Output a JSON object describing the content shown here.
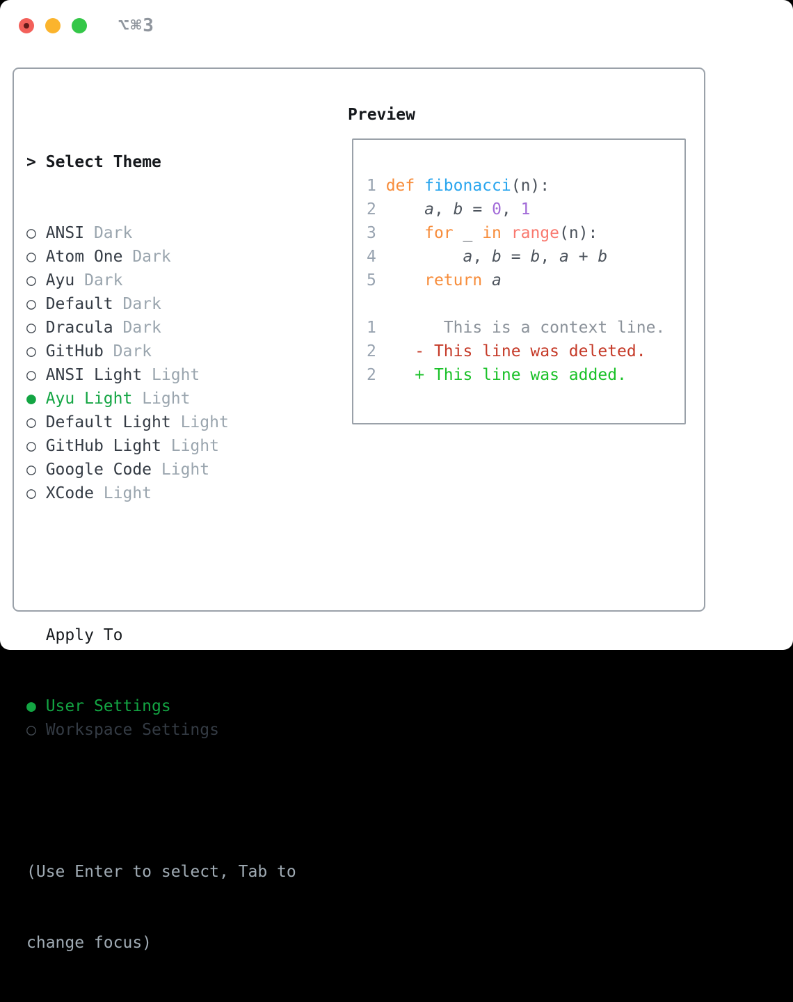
{
  "window": {
    "shortcut": "⌥⌘3"
  },
  "colors": {
    "traffic_red": "#f3605a",
    "traffic_yellow": "#fbb42d",
    "traffic_green": "#34c748",
    "titlebar_text": "#8f959d",
    "border": "#9aa1a9",
    "text_bold": "#15181c",
    "text_dark": "#343b44",
    "muted": "#9aa5ae",
    "hint": "#a0abb4",
    "radio_ring": "#434a52",
    "selection_green": "#13a543",
    "line_number": "#98a3b0",
    "code_plain": "#4c535c",
    "keyword": "#f78c3a",
    "function": "#28a5ee",
    "number": "#a26bd8",
    "call": "#f9796f",
    "context": "#8b929a",
    "deleted": "#c53a28",
    "added": "#1ac128"
  },
  "theme_picker": {
    "caret": ">",
    "title": "Select Theme",
    "items": [
      {
        "name": "ANSI",
        "variant": "Dark",
        "selected": false
      },
      {
        "name": "Atom One",
        "variant": "Dark",
        "selected": false
      },
      {
        "name": "Ayu",
        "variant": "Dark",
        "selected": false
      },
      {
        "name": "Default",
        "variant": "Dark",
        "selected": false
      },
      {
        "name": "Dracula",
        "variant": "Dark",
        "selected": false
      },
      {
        "name": "GitHub",
        "variant": "Dark",
        "selected": false
      },
      {
        "name": "ANSI Light",
        "variant": "Light",
        "selected": false
      },
      {
        "name": "Ayu Light",
        "variant": "Light",
        "selected": true
      },
      {
        "name": "Default Light",
        "variant": "Light",
        "selected": false
      },
      {
        "name": "GitHub Light",
        "variant": "Light",
        "selected": false
      },
      {
        "name": "Google Code",
        "variant": "Light",
        "selected": false
      },
      {
        "name": "XCode",
        "variant": "Light",
        "selected": false
      }
    ]
  },
  "apply_to": {
    "title": "Apply To",
    "options": [
      {
        "label": "User Settings",
        "selected": true
      },
      {
        "label": "Workspace Settings",
        "selected": false
      }
    ]
  },
  "hint_lines": [
    "(Use Enter to select, Tab to",
    "change focus)"
  ],
  "preview": {
    "title": "Preview",
    "code_lines": [
      {
        "segments": [
          {
            "t": "1 ",
            "c": "ln"
          },
          {
            "t": "def ",
            "c": "kw"
          },
          {
            "t": "fibonacci",
            "c": "fn"
          },
          {
            "t": "(n):",
            "c": "plain"
          }
        ]
      },
      {
        "segments": [
          {
            "t": "2 ",
            "c": "ln"
          },
          {
            "t": "    ",
            "c": "plain"
          },
          {
            "t": "a",
            "c": "var"
          },
          {
            "t": ", ",
            "c": "plain"
          },
          {
            "t": "b",
            "c": "var"
          },
          {
            "t": " = ",
            "c": "plain"
          },
          {
            "t": "0",
            "c": "num"
          },
          {
            "t": ", ",
            "c": "plain"
          },
          {
            "t": "1",
            "c": "num"
          }
        ]
      },
      {
        "segments": [
          {
            "t": "3 ",
            "c": "ln"
          },
          {
            "t": "    ",
            "c": "plain"
          },
          {
            "t": "for",
            "c": "kw"
          },
          {
            "t": " _ ",
            "c": "plain"
          },
          {
            "t": "in",
            "c": "kw"
          },
          {
            "t": " ",
            "c": "plain"
          },
          {
            "t": "range",
            "c": "call"
          },
          {
            "t": "(n):",
            "c": "plain"
          }
        ]
      },
      {
        "segments": [
          {
            "t": "4 ",
            "c": "ln"
          },
          {
            "t": "        ",
            "c": "plain"
          },
          {
            "t": "a",
            "c": "var"
          },
          {
            "t": ", ",
            "c": "plain"
          },
          {
            "t": "b",
            "c": "var"
          },
          {
            "t": " = ",
            "c": "plain"
          },
          {
            "t": "b",
            "c": "var"
          },
          {
            "t": ", ",
            "c": "plain"
          },
          {
            "t": "a",
            "c": "var"
          },
          {
            "t": " + ",
            "c": "plain"
          },
          {
            "t": "b",
            "c": "var"
          }
        ]
      },
      {
        "segments": [
          {
            "t": "5 ",
            "c": "ln"
          },
          {
            "t": "    ",
            "c": "plain"
          },
          {
            "t": "return",
            "c": "kw"
          },
          {
            "t": " ",
            "c": "plain"
          },
          {
            "t": "a",
            "c": "var"
          }
        ]
      },
      {
        "segments": []
      },
      {
        "segments": [
          {
            "t": "1",
            "c": "ln"
          },
          {
            "t": "       ",
            "c": "plain"
          },
          {
            "t": "This is a context line.",
            "c": "ctx"
          }
        ]
      },
      {
        "segments": [
          {
            "t": "2",
            "c": "ln"
          },
          {
            "t": "    ",
            "c": "plain"
          },
          {
            "t": "- This line was deleted.",
            "c": "del"
          }
        ]
      },
      {
        "segments": [
          {
            "t": "2",
            "c": "ln"
          },
          {
            "t": "    ",
            "c": "plain"
          },
          {
            "t": "+ This line was added.",
            "c": "add"
          }
        ]
      }
    ]
  }
}
